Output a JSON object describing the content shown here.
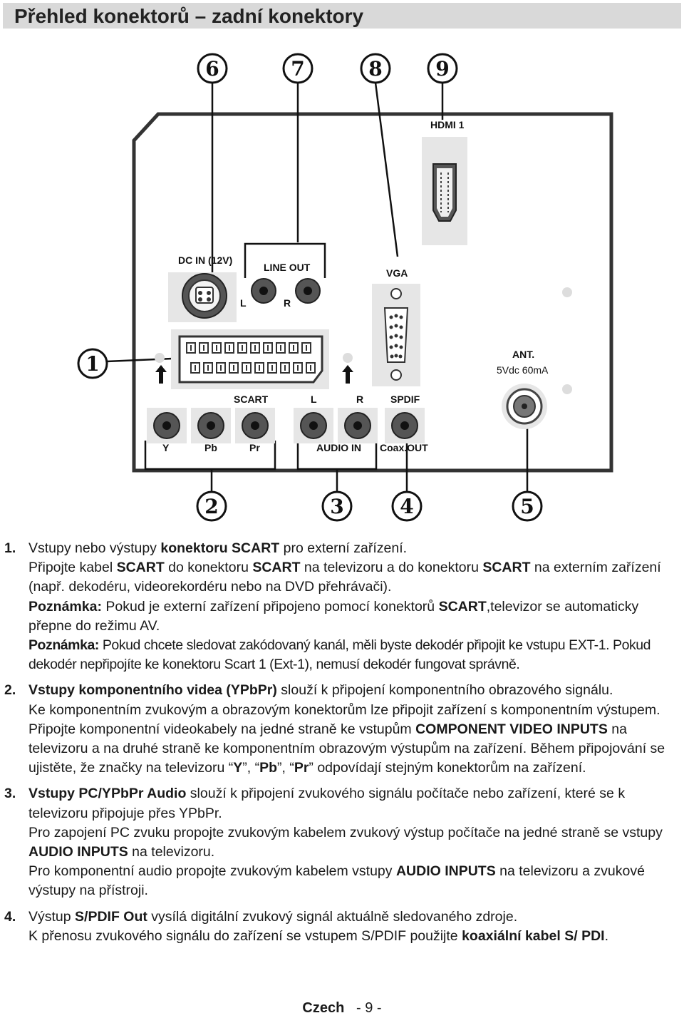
{
  "page": {
    "title": "Přehled konektorů – zadní konektory"
  },
  "diagram": {
    "callouts": [
      "1",
      "2",
      "3",
      "4",
      "5",
      "6",
      "7",
      "8",
      "9"
    ],
    "labels": {
      "hdmi": "HDMI 1",
      "dcin": "DC IN (12V)",
      "lineout": "LINE OUT",
      "l1": "L",
      "r1": "R",
      "vga": "VGA",
      "ant": "ANT.",
      "ant_power": "5Vdc 60mA",
      "scart": "SCART",
      "l2": "L",
      "r2": "R",
      "spdif": "SPDIF",
      "y": "Y",
      "pb": "Pb",
      "pr": "Pr",
      "audioin": "AUDIO IN",
      "coaxout": "Coax.OUT"
    }
  },
  "items": [
    {
      "num": "1.",
      "lines": [
        "Vstupy nebo výstupy <b>konektoru SCART</b> pro externí zařízení.",
        "Připojte kabel <b>SCART</b> do konektoru <b>SCART</b> na televizoru a do konektoru <b>SCART</b> na externím zařízení (např. dekodéru, videorekordéru nebo na DVD přehrávači).",
        "<b>Poznámka:</b> Pokud je externí zařízení připojeno pomocí konektorů <b>SCART</b>,televizor se automaticky přepne do režimu AV.",
        "<span class=\"cond\"><b>Poznámka:</b> Pokud chcete sledovat zakódovaný kanál, měli byste dekodér připojit ke vstupu EXT-1. Pokud dekodér nepřipojíte ke konektoru Scart 1 (Ext-1), nemusí dekodér fungovat správně.</span>"
      ]
    },
    {
      "num": "2.",
      "lines": [
        "<b>Vstupy komponentního videa (YPbPr)</b> slouží k připojení komponentního obrazového signálu.",
        "Ke komponentním zvukovým a obrazovým konektorům lze připojit zařízení s komponentním výstupem. Připojte komponentní videokabely na jedné straně ke vstupům <b>COMPONENT VIDEO INPUTS</b> na televizoru a na druhé straně ke komponentním obrazovým výstupům na zařízení. Během připojování se ujistěte, že značky na televizoru “<b>Y</b>”, “<b>Pb</b>”, “<b>Pr</b>” odpovídají stejným konektorům na zařízení."
      ]
    },
    {
      "num": "3.",
      "lines": [
        "<b>Vstupy PC/YPbPr Audio</b> slouží k připojení zvukového signálu počítače nebo zařízení, které se k televizoru připojuje přes YPbPr.",
        "Pro zapojení PC zvuku propojte zvukovým kabelem zvukový výstup počítače na jedné straně se vstupy <b>AUDIO INPUTS</b> na televizoru.",
        "Pro komponentní audio propojte zvukovým kabelem vstupy <b>AUDIO INPUTS</b> na televizoru a zvukové výstupy na přístroji."
      ]
    },
    {
      "num": "4.",
      "lines": [
        "Výstup <b>S/PDIF Out</b> vysílá digitální zvukový signál aktuálně sledovaného zdroje.",
        "K přenosu zvukového signálu do zařízení se vstupem S/PDIF použijte <b>koaxiální kabel S/ PDI</b>."
      ]
    }
  ],
  "footer": {
    "language": "Czech",
    "page": "- 9 -"
  }
}
